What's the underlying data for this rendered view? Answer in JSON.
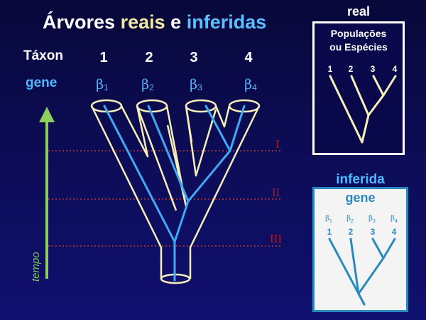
{
  "title": {
    "w1": "Árvores",
    "w2": "reais",
    "w3": "e",
    "w4": "inferidas"
  },
  "taxon_label": "Táxon",
  "gene_label": "gene",
  "taxa": [
    "1",
    "2",
    "3",
    "4"
  ],
  "genes": [
    {
      "sym": "β",
      "sub": "1"
    },
    {
      "sym": "β",
      "sub": "2"
    },
    {
      "sym": "β",
      "sub": "3"
    },
    {
      "sym": "β",
      "sub": "4"
    }
  ],
  "time_levels": [
    "I",
    "II",
    "III"
  ],
  "time_axis_label": "tempo",
  "real_panel": {
    "title": "real",
    "subtitle_line1": "Populações",
    "subtitle_line2": "ou Espécies",
    "leaves": [
      "1",
      "2",
      "3",
      "4"
    ]
  },
  "inferred_panel": {
    "title": "inferida",
    "subtitle": "gene",
    "leaf_genes": [
      {
        "sym": "β",
        "sub": "1"
      },
      {
        "sym": "β",
        "sub": "2"
      },
      {
        "sym": "β",
        "sub": "3"
      },
      {
        "sym": "β",
        "sub": "4"
      }
    ],
    "leaves": [
      "1",
      "2",
      "3",
      "4"
    ]
  },
  "colors": {
    "background": "#0c0c55",
    "species_tube": "#f6f0b8",
    "gene_line": "#3fa9f5",
    "dotted_line": "#c0392b",
    "roman_numeral": "#aa1a1a",
    "time_arrow": "#8ccf5a",
    "inferred_tree": "#2a8abf"
  }
}
